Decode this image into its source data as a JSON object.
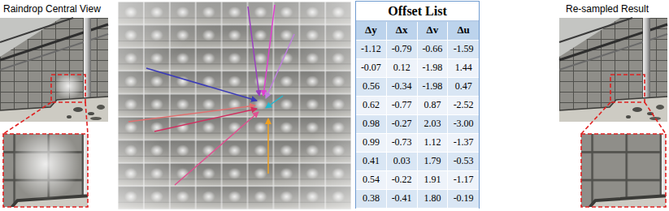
{
  "diagram": {
    "labels": [
      "Raindrop Central View",
      "Offset List",
      "Δy",
      "Δx",
      "Δv",
      "Δu",
      "-1.12",
      "-0.79",
      "-0.66",
      "-1.59",
      "-0.07",
      "0.12",
      "-1.98",
      "1.44",
      "0.56",
      "-0.34",
      "-1.98",
      "0.47",
      "0.62",
      "-0.77",
      "0.87",
      "-2.52",
      "0.98",
      "-0.27",
      "2.03",
      "-3.00",
      "0.99",
      "-0.73",
      "1.12",
      "-1.37",
      "0.41",
      "0.03",
      "1.79",
      "-0.53",
      "0.54",
      "-0.22",
      "1.91",
      "-1.17",
      "0.38",
      "-0.41",
      "1.80",
      "-0.19",
      "Re-sampled Result"
    ]
  }
}
